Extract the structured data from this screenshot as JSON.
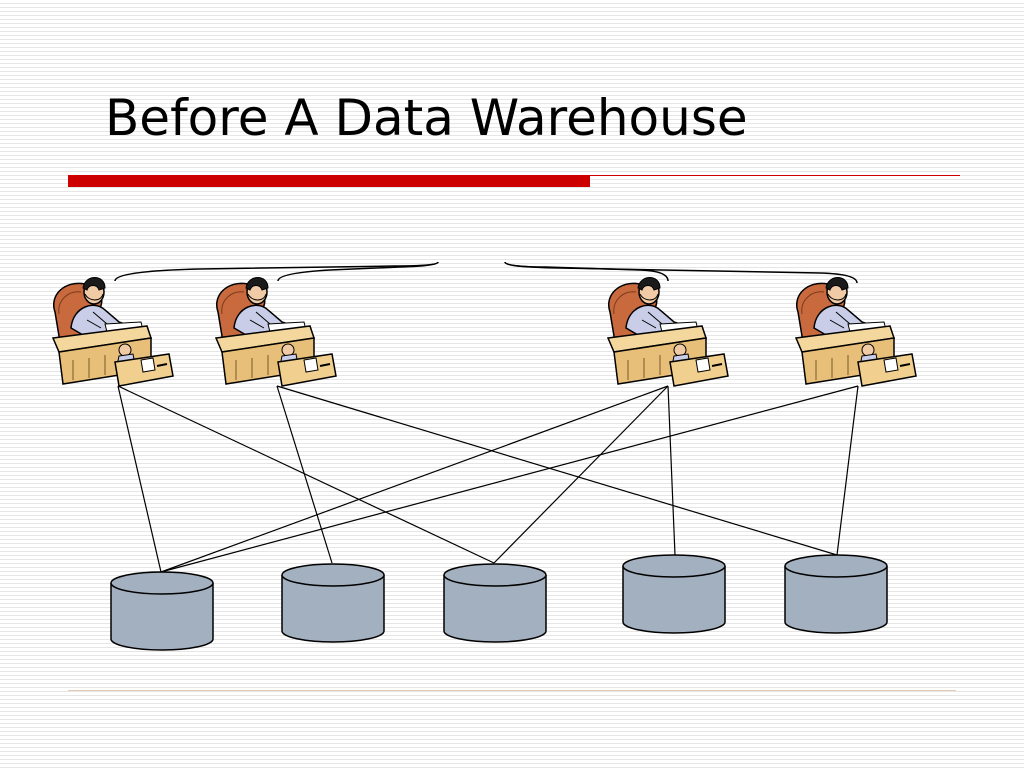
{
  "slide": {
    "title": "Before A Data Warehouse",
    "accent_color": "#cc0000"
  },
  "diagram": {
    "user_icon": "person-at-desk-icon",
    "database_icon": "database-cylinder-icon",
    "database_color": "#a3b0bf",
    "user_count": 4,
    "database_count": 5
  }
}
